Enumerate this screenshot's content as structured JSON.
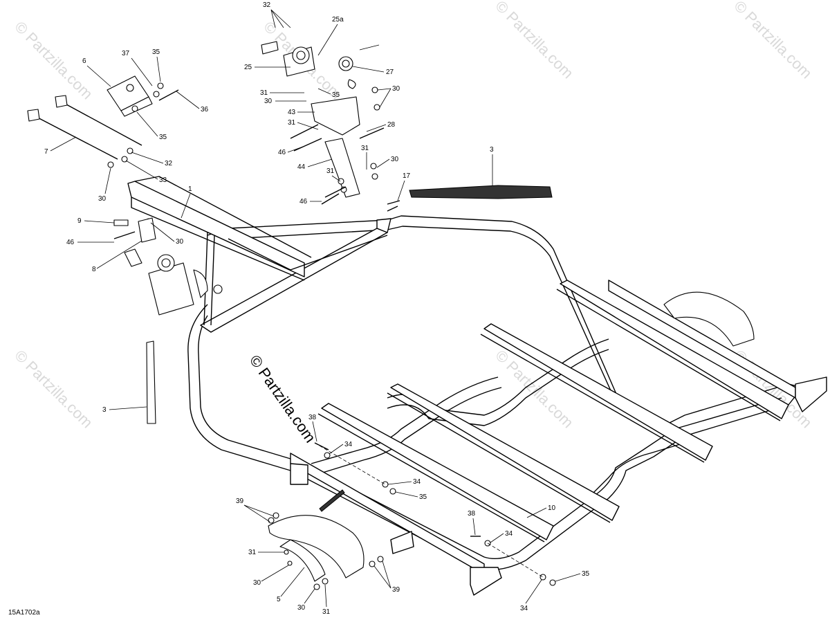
{
  "diagram_code": "15A1702a",
  "watermark": "© Partzilla.com",
  "callouts": [
    {
      "id": "c32",
      "label": "32"
    },
    {
      "id": "c25a",
      "label": "25a"
    },
    {
      "id": "c25",
      "label": "25"
    },
    {
      "id": "c27",
      "label": "27"
    },
    {
      "id": "c31a",
      "label": "31"
    },
    {
      "id": "c35a",
      "label": "35"
    },
    {
      "id": "c30a",
      "label": "30"
    },
    {
      "id": "c30b",
      "label": "30"
    },
    {
      "id": "c43",
      "label": "43"
    },
    {
      "id": "c31b",
      "label": "31"
    },
    {
      "id": "c28",
      "label": "28"
    },
    {
      "id": "c46a",
      "label": "46"
    },
    {
      "id": "c44",
      "label": "44"
    },
    {
      "id": "c31c",
      "label": "31"
    },
    {
      "id": "c30c",
      "label": "30"
    },
    {
      "id": "c31d",
      "label": "31"
    },
    {
      "id": "c46b",
      "label": "46"
    },
    {
      "id": "c17",
      "label": "17"
    },
    {
      "id": "c6",
      "label": "6"
    },
    {
      "id": "c37",
      "label": "37"
    },
    {
      "id": "c35b",
      "label": "35"
    },
    {
      "id": "c36",
      "label": "36"
    },
    {
      "id": "c35c",
      "label": "35"
    },
    {
      "id": "c7",
      "label": "7"
    },
    {
      "id": "c32b",
      "label": "32"
    },
    {
      "id": "c33",
      "label": "33"
    },
    {
      "id": "c30d",
      "label": "30"
    },
    {
      "id": "c1",
      "label": "1"
    },
    {
      "id": "c3a",
      "label": "3"
    },
    {
      "id": "c9",
      "label": "9"
    },
    {
      "id": "c46c",
      "label": "46"
    },
    {
      "id": "c30e",
      "label": "30"
    },
    {
      "id": "c8",
      "label": "8"
    },
    {
      "id": "c3b",
      "label": "3"
    },
    {
      "id": "c38a",
      "label": "38"
    },
    {
      "id": "c34a",
      "label": "34"
    },
    {
      "id": "c34b",
      "label": "34"
    },
    {
      "id": "c35d",
      "label": "35"
    },
    {
      "id": "c10",
      "label": "10"
    },
    {
      "id": "c38b",
      "label": "38"
    },
    {
      "id": "c34c",
      "label": "34"
    },
    {
      "id": "c35e",
      "label": "35"
    },
    {
      "id": "c34d",
      "label": "34"
    },
    {
      "id": "c39a",
      "label": "39"
    },
    {
      "id": "c31e",
      "label": "31"
    },
    {
      "id": "c30f",
      "label": "30"
    },
    {
      "id": "c5",
      "label": "5"
    },
    {
      "id": "c39b",
      "label": "39"
    },
    {
      "id": "c30g",
      "label": "30"
    },
    {
      "id": "c31f",
      "label": "31"
    }
  ]
}
